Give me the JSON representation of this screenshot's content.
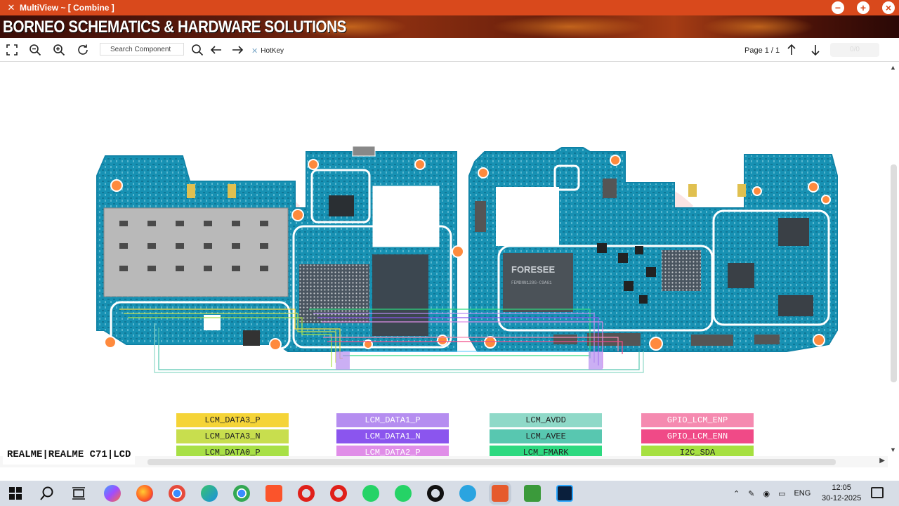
{
  "window": {
    "title": "MultiView ~ [ Combine ]",
    "banner_text": "BORNEO SCHEMATICS & HARDWARE SOLUTIONS"
  },
  "toolbar": {
    "search_placeholder": "Search Component",
    "hotkey_label": "HotKey",
    "page_label": "Page 1 / 1",
    "page_input_value": "0/0"
  },
  "model_label": "REALME|REALME C71|LCD",
  "signals": [
    {
      "label": "LCM_DATA3_P",
      "color": "#f5d437",
      "text_color": "#222"
    },
    {
      "label": "LCM_DATA3_N",
      "color": "#c8de4e",
      "text_color": "#222"
    },
    {
      "label": "LCM_DATA0_P",
      "color": "#a8e046",
      "text_color": "#222"
    },
    {
      "label": "LCM_DATA1_P",
      "color": "#b58df0",
      "text_color": "#fff"
    },
    {
      "label": "LCM_DATA1_N",
      "color": "#8b55ee",
      "text_color": "#fff"
    },
    {
      "label": "LCM_DATA2_P",
      "color": "#e08ee8",
      "text_color": "#fff"
    },
    {
      "label": "LCM_AVDD",
      "color": "#8fd9c8",
      "text_color": "#222"
    },
    {
      "label": "LCM_AVEE",
      "color": "#58c7b0",
      "text_color": "#222"
    },
    {
      "label": "LCM_FMARK",
      "color": "#2dd980",
      "text_color": "#222"
    },
    {
      "label": "GPIO_LCM_ENP",
      "color": "#f58ab0",
      "text_color": "#fff"
    },
    {
      "label": "GPIO_LCM_ENN",
      "color": "#f04a87",
      "text_color": "#fff"
    },
    {
      "label": "I2C_SDA",
      "color": "#a6e040",
      "text_color": "#222"
    }
  ],
  "board": {
    "ic_marking_left": "FORESEE",
    "ic_marking_sub": "FEMDNN128G-C9A61"
  },
  "tray": {
    "language": "ENG",
    "time": "12:05",
    "date": "30-12-2025"
  }
}
